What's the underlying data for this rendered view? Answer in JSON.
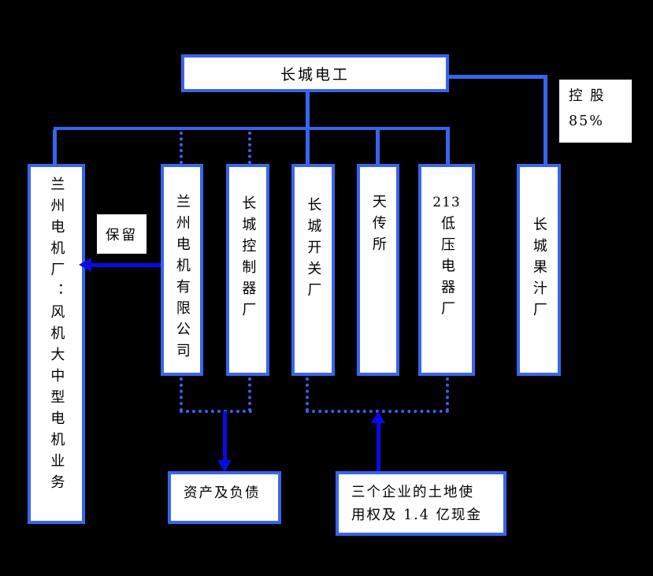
{
  "colors": {
    "background": "#000000",
    "box_fill": "#ffffff",
    "box_border": "#3865ef",
    "line": "#3865ef",
    "arrow": "#0a0ae8",
    "text": "#000000"
  },
  "root_box": {
    "label": "长城电工"
  },
  "stake_note": {
    "line1": "控 股",
    "line2": "85%"
  },
  "retain_note": {
    "label": "保留"
  },
  "entities": [
    {
      "label": "兰州电机厂：风机大中型电机业务"
    },
    {
      "label": "兰州电机有限公司"
    },
    {
      "label": "长城控制器厂"
    },
    {
      "label": "长城开关厂"
    },
    {
      "label": "天传所"
    },
    {
      "num": "213",
      "label": "低压电器厂"
    },
    {
      "label": "长城果汁厂"
    }
  ],
  "transfer_notes": [
    {
      "lines": [
        "资产及负债"
      ]
    },
    {
      "lines": [
        "三个企业的土地使",
        "用权及 1.4 亿现金"
      ]
    }
  ]
}
